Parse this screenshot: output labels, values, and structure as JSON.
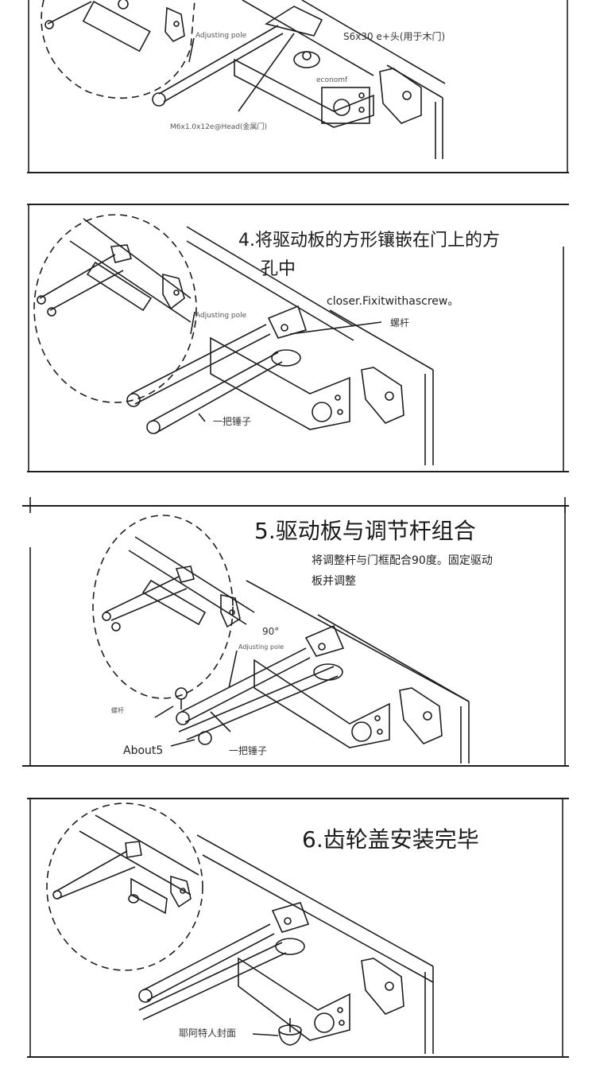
{
  "colors": {
    "line": "#1e1e1e",
    "background": "#ffffff",
    "text": "#222222"
  },
  "panel3": {
    "labels": {
      "adjusting_pole": "Adjusting pole",
      "screw_wood": "S6x30 e+头(用于木门)",
      "economf": "economf",
      "screw_metal": "M6x1.0x12e@Head(金属门)"
    }
  },
  "panel4": {
    "title_line1": "4.将驱动板的方形镶嵌在门上的方",
    "title_line2": "孔中",
    "labels": {
      "closer_fix": "closer.Fixitwithascrew。",
      "screw_rod": "螺杆",
      "adjusting_pole": "Adjusting pole",
      "hammer": "一把锤子"
    }
  },
  "panel5": {
    "title": "5.驱动板与调节杆组合",
    "subtitle_line1": "将调整杆与门框配合90度。固定驱动",
    "subtitle_line2": "板并调整",
    "labels": {
      "angle": "90°",
      "adjusting_pole": "Adjusting pole",
      "screw_rod": "螺杆",
      "about": "About5",
      "hammer": "一把锤子"
    }
  },
  "panel6": {
    "title": "6.齿轮盖安装完毕",
    "labels": {
      "cover": "耶阿特人封面"
    }
  }
}
